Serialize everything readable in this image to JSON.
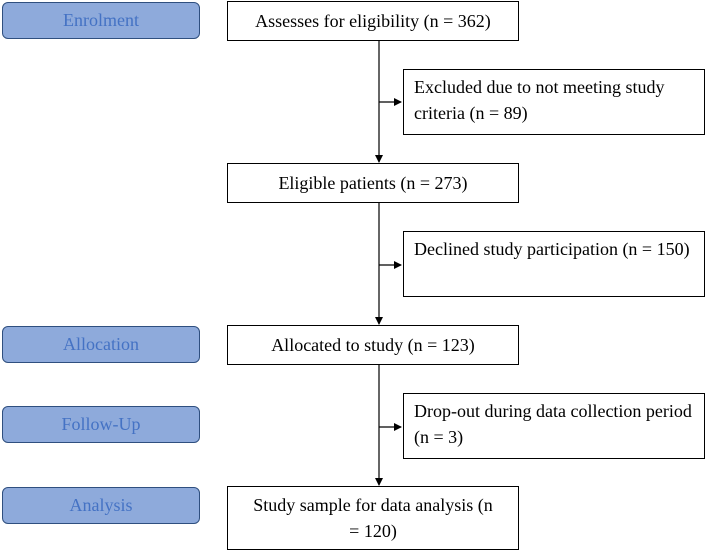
{
  "stages": {
    "enrolment": "Enrolment",
    "allocation": "Allocation",
    "follow_up": "Follow-Up",
    "analysis": "Analysis"
  },
  "boxes": {
    "assessed": "Assesses for eligibility (n = 362)",
    "excluded": "Excluded due to not meeting study criteria (n = 89)",
    "eligible": "Eligible patients (n = 273)",
    "declined": "Declined study participation (n = 150)",
    "allocated": "Allocated to study (n = 123)",
    "dropout": "Drop-out during data collection period (n = 3)",
    "sample": "Study sample for data analysis (n = 120)"
  },
  "colors": {
    "stage_fill": "#8eaadb",
    "stage_text": "#4472c4",
    "stage_border": "#2f4f7f",
    "line": "#000000"
  }
}
